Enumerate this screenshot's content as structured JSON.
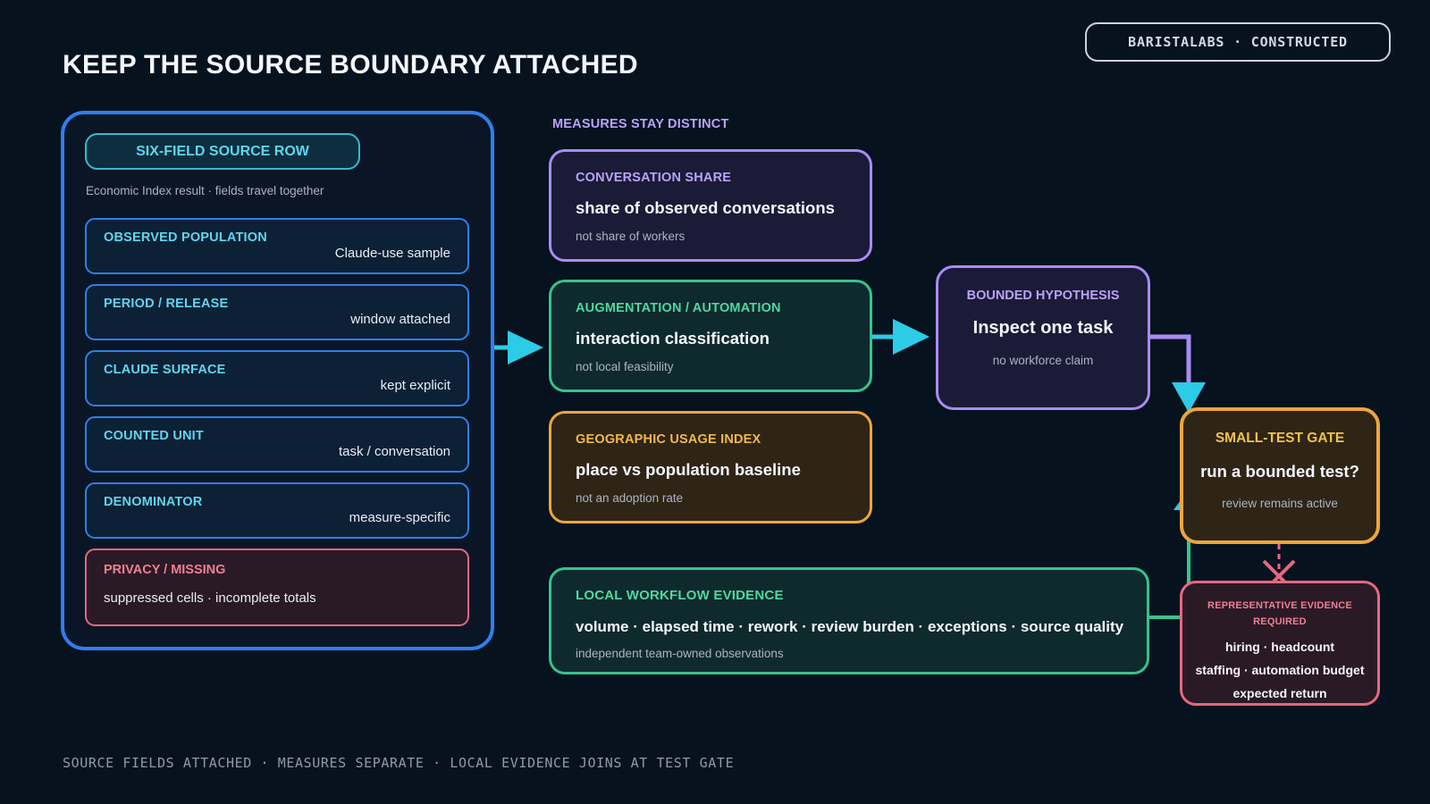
{
  "title": "KEEP THE SOURCE BOUNDARY ATTACHED",
  "badge": "BARISTALABS · CONSTRUCTED",
  "footer": "SOURCE FIELDS ATTACHED · MEASURES SEPARATE · LOCAL EVIDENCE JOINS AT TEST GATE",
  "source": {
    "header": "SIX-FIELD SOURCE ROW",
    "subtitle": "Economic Index result · fields travel together",
    "fields": [
      {
        "label": "OBSERVED POPULATION",
        "value": "Claude-use sample"
      },
      {
        "label": "PERIOD / RELEASE",
        "value": "window attached"
      },
      {
        "label": "CLAUDE SURFACE",
        "value": "kept explicit"
      },
      {
        "label": "COUNTED UNIT",
        "value": "task / conversation"
      },
      {
        "label": "DENOMINATOR",
        "value": "measure-specific"
      }
    ],
    "privacy": {
      "label": "PRIVACY / MISSING",
      "value": "suppressed cells · incomplete totals"
    }
  },
  "measures": {
    "label": "MEASURES STAY DISTINCT",
    "conversation": {
      "label": "CONVERSATION SHARE",
      "main": "share of observed conversations",
      "note": "not share of workers"
    },
    "augmentation": {
      "label": "AUGMENTATION / AUTOMATION",
      "main": "interaction classification",
      "note": "not local feasibility"
    },
    "geographic": {
      "label": "GEOGRAPHIC USAGE INDEX",
      "main": "place vs population baseline",
      "note": "not an adoption rate"
    }
  },
  "hypothesis": {
    "label": "BOUNDED HYPOTHESIS",
    "main": "Inspect one task",
    "note": "no workforce claim"
  },
  "gate": {
    "label": "SMALL-TEST GATE",
    "main": "run a bounded test?",
    "note": "review remains active"
  },
  "local": {
    "label": "LOCAL WORKFLOW EVIDENCE",
    "main": "volume · elapsed time · rework · review burden · exceptions · source quality",
    "note": "independent team-owned observations"
  },
  "representative": {
    "label": "REPRESENTATIVE EVIDENCE REQUIRED",
    "lines": [
      "hiring · headcount",
      "staffing · automation budget",
      "expected return"
    ]
  },
  "colors": {
    "background": "#07121f",
    "blue": "#2d7ff0",
    "cyan": "#35c9e6",
    "purple": "#a98cf2",
    "green": "#33c48f",
    "orange": "#eda63c",
    "red": "#e6687f"
  }
}
